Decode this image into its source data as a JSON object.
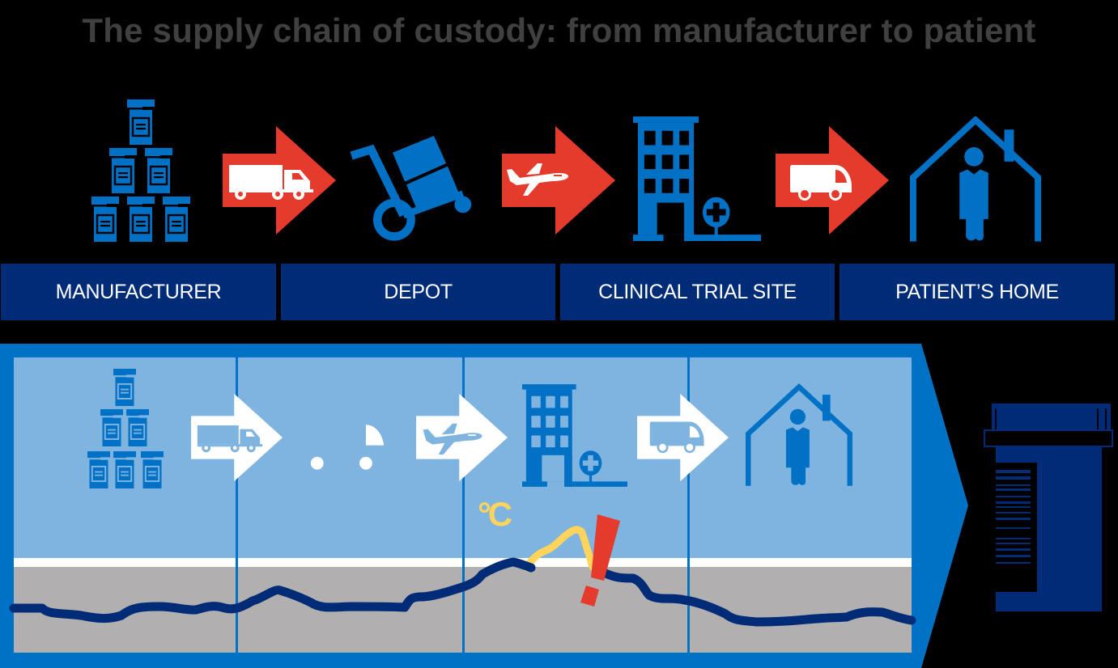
{
  "title": "The supply chain of custody: from manufacturer to patient",
  "stages": [
    {
      "label": "MANUFACTURER",
      "icon": "medicine-bottles-icon"
    },
    {
      "label": "DEPOT",
      "icon": "hand-truck-icon"
    },
    {
      "label": "CLINICAL TRIAL SITE",
      "icon": "hospital-building-icon"
    },
    {
      "label": "PATIENT’S HOME",
      "icon": "house-person-icon"
    }
  ],
  "transports": [
    {
      "icon": "truck-icon",
      "from": "MANUFACTURER",
      "to": "DEPOT"
    },
    {
      "icon": "airplane-icon",
      "from": "DEPOT",
      "to": "CLINICAL TRIAL SITE"
    },
    {
      "icon": "van-icon",
      "from": "CLINICAL TRIAL SITE",
      "to": "PATIENT’S HOME"
    }
  ],
  "temperature_panel": {
    "unit_label": "°C",
    "alert_symbol": "!",
    "excursion_stage": "CLINICAL TRIAL SITE"
  },
  "result_icon": "medicine-bottle-barcode-icon",
  "colors": {
    "background": "#000000",
    "title": "#404040",
    "icon_blue": "#0071c5",
    "arrow_red": "#e43b2c",
    "stage_bar": "#002c77",
    "panel_frame": "#0072c6",
    "panel_sky": "#7fb4e0",
    "panel_ground": "#b1afb0",
    "temp_line": "#002c77",
    "excursion_line": "#ffd45c",
    "alert": "#e43b2c"
  }
}
